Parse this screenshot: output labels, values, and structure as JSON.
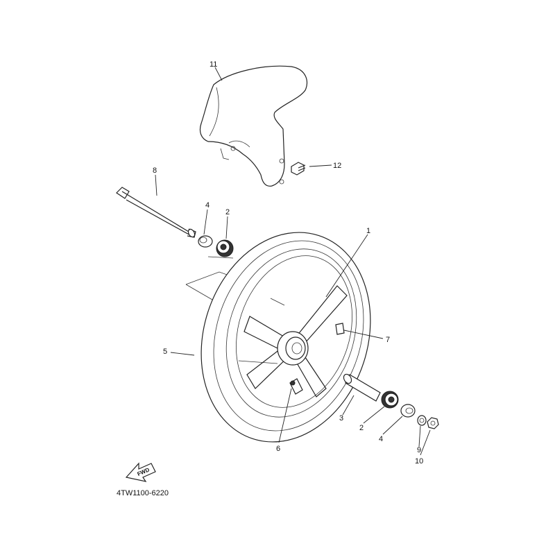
{
  "callouts": {
    "c1": "1",
    "c2a": "2",
    "c2b": "2",
    "c3": "3",
    "c4a": "4",
    "c4b": "4",
    "c5": "5",
    "c6": "6",
    "c7": "7",
    "c8": "8",
    "c9": "9",
    "c10": "10",
    "c11": "11",
    "c12": "12"
  },
  "fwd_label": "FWD",
  "diagram_code": "4TW1100-6220"
}
